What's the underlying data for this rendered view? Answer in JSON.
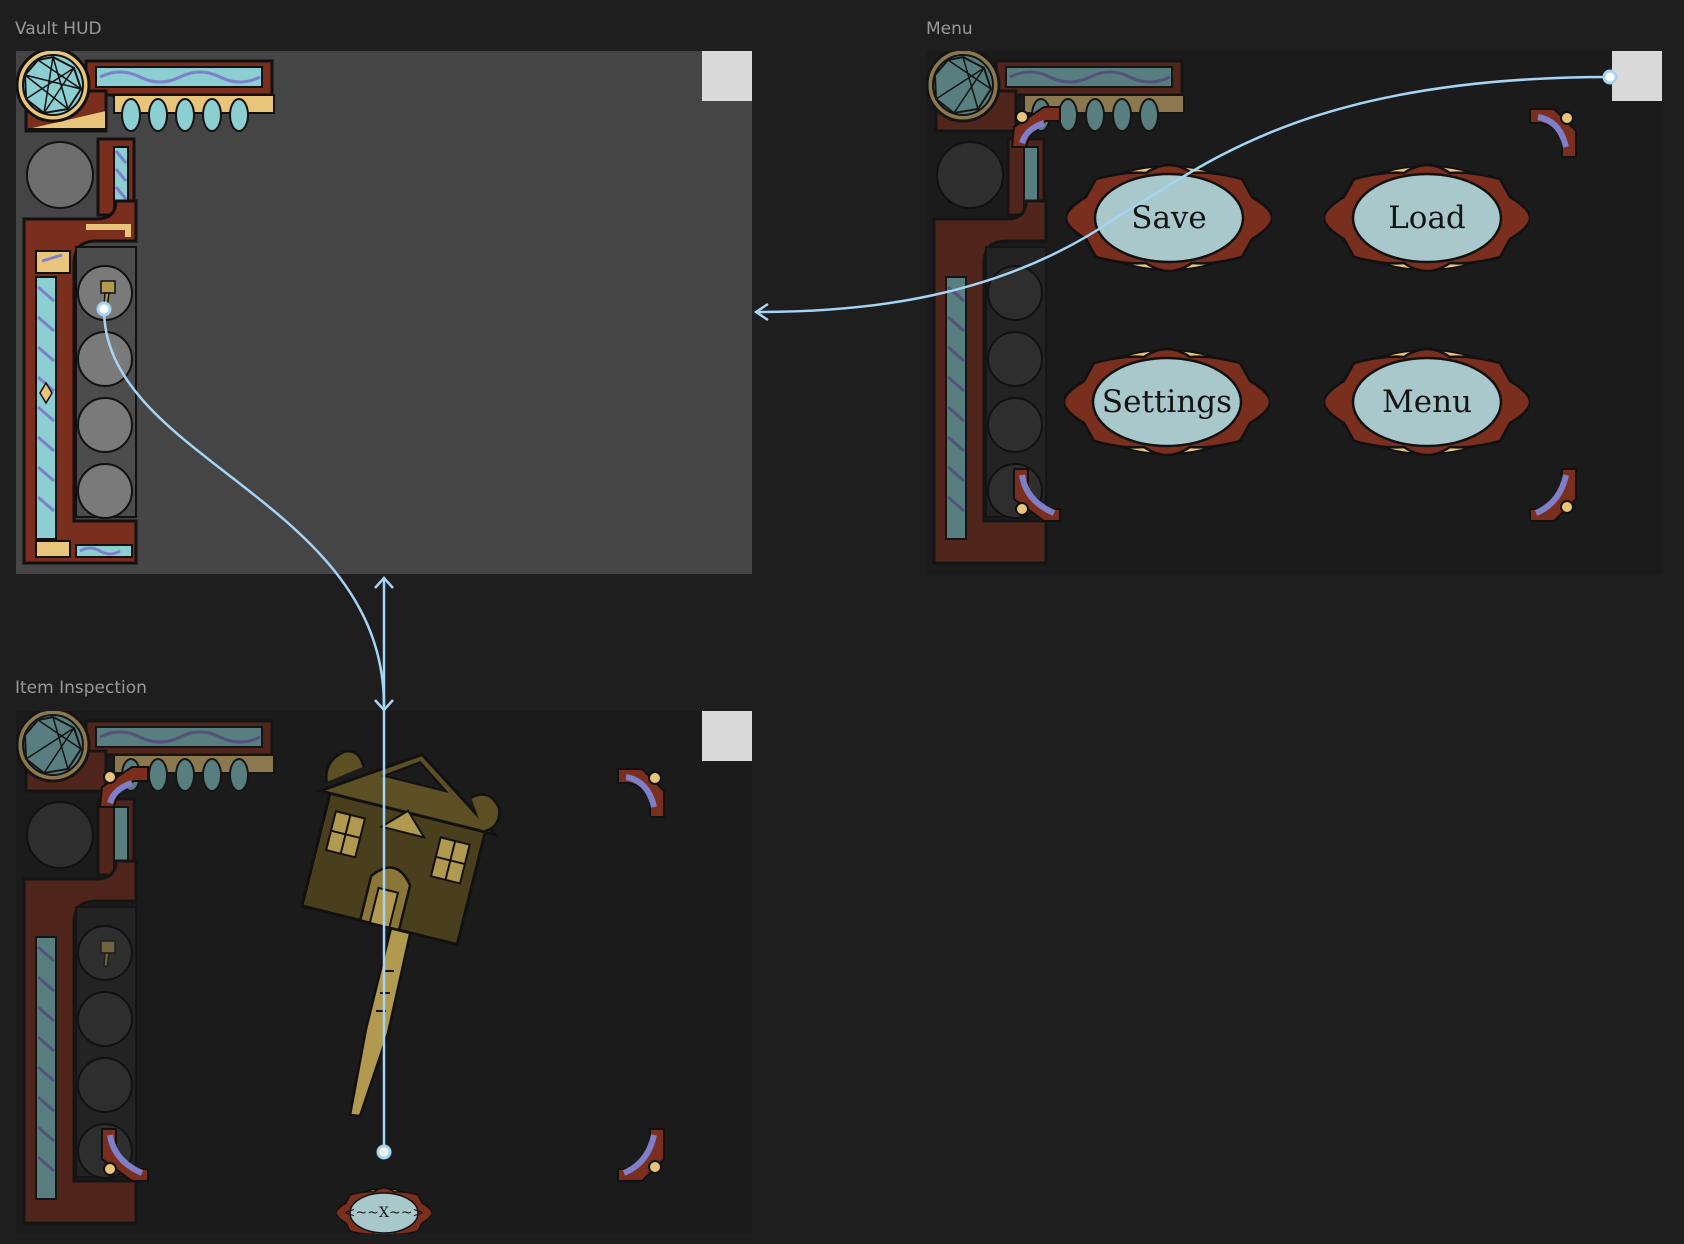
{
  "frames": {
    "vault_hud": {
      "label": "Vault HUD"
    },
    "menu": {
      "label": "Menu"
    },
    "item_inspection": {
      "label": "Item Inspection"
    }
  },
  "menu_buttons": {
    "save": "Save",
    "load": "Load",
    "settings": "Settings",
    "menu": "Menu"
  },
  "inspection": {
    "close_label": "<~~X~~>"
  },
  "colors": {
    "canvas": "#1e1e1e",
    "hud_bg": "#454545",
    "dark_bg": "#1b1b1b",
    "frame_brown": "#7a2e1e",
    "ornament_teal": "#8ccfd3",
    "ornament_gold": "#e8c57a",
    "ornament_purple": "#7f7fc9",
    "button_face": "#a8c8cb",
    "link_blue": "#a6d4f5",
    "key_gold": "#b19a50"
  },
  "icons": {
    "gem": "gem-icon",
    "key": "key-icon",
    "house_key": "house-key-icon"
  }
}
